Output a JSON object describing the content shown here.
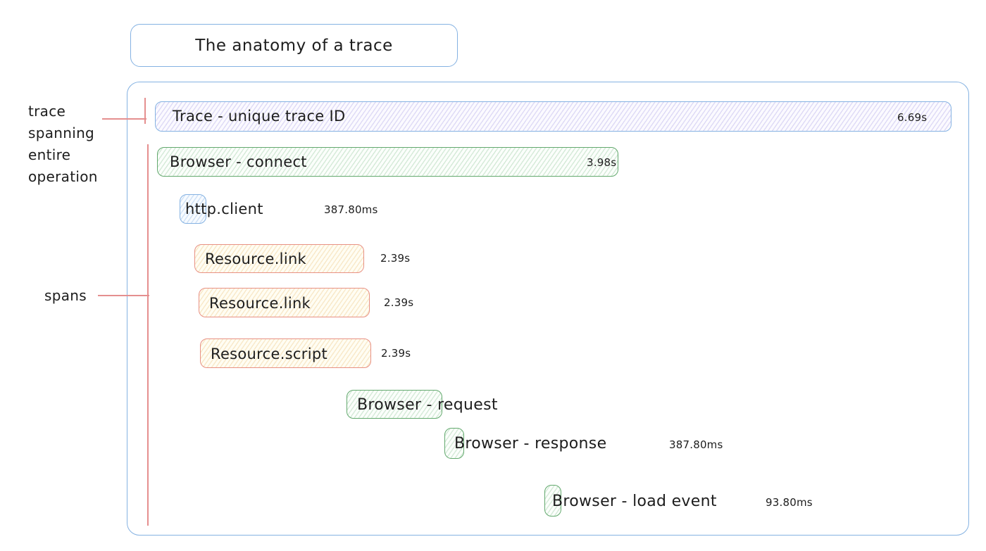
{
  "title": "The anatomy of a trace",
  "annotations": {
    "trace": "trace spanning entire operation",
    "spans": "spans"
  },
  "spans": [
    {
      "label": "Trace - unique trace ID",
      "duration": "6.69s",
      "color": "purple"
    },
    {
      "label": "Browser - connect",
      "duration": "3.98s",
      "color": "green"
    },
    {
      "label": "http.client",
      "duration": "387.80ms",
      "color": "blue"
    },
    {
      "label": "Resource.link",
      "duration": "2.39s",
      "color": "yellow"
    },
    {
      "label": "Resource.link",
      "duration": "2.39s",
      "color": "yellow"
    },
    {
      "label": "Resource.script",
      "duration": "2.39s",
      "color": "yellow"
    },
    {
      "label": "Browser - request",
      "color": "green"
    },
    {
      "label": "Browser - response",
      "duration": "387.80ms",
      "color": "green"
    },
    {
      "label": "Browser - load event",
      "duration": "93.80ms",
      "color": "green"
    }
  ],
  "colors": {
    "blue_border": "#85b2e2",
    "green_border": "#63a96e",
    "yellow_border": "#e89184",
    "purple_hachure": "#9b8fe0",
    "green_hachure": "#7dbb87",
    "blue_hachure": "#8fb6e8",
    "yellow_hachure": "#eec989",
    "red_line": "#e58f8f",
    "text": "#1d1d1d"
  }
}
